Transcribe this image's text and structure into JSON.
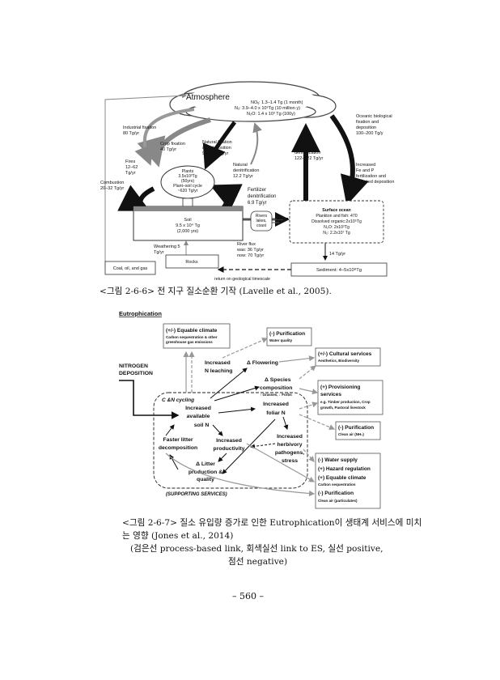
{
  "fig1": {
    "atmosphere": "Atmosphere",
    "nox": "NOᵧ: 1.3–1.4 Tg (1 month)",
    "n2": "N₂: 3.9–4.0 x 10⁹Tg (10 million y)",
    "n2o": "N₂O: 1.4 x 10³ Tg (100y)",
    "oceanic_fix": [
      "Oceanic biological",
      "fixation and",
      "deposition",
      "100–200 Tg/y"
    ],
    "industrial": [
      "Industrial fixation",
      "80 Tg/yr"
    ],
    "crop": [
      "Crop fixation",
      "40 Tg/yr"
    ],
    "natural_fix": [
      "Natural fixation",
      "and deposition",
      "90–140 Tg/yr"
    ],
    "fires": [
      "Fires",
      "12–62",
      "Tg/yr"
    ],
    "combustion": [
      "Combustion",
      "20–32 Tg/yr"
    ],
    "plants": [
      "Plants",
      "3.5x10³Tg",
      "(50yrs)",
      "Plant–soil cycle",
      "~620 Tg/yr"
    ],
    "natural_denit": [
      "Natural",
      "denitrification",
      "12.2 Tg/yr"
    ],
    "ocean_denit": [
      "Ocean",
      "denitrification",
      "122–222 Tg/yr"
    ],
    "increased_fe": [
      "Increased",
      "Fe and P",
      "fertilization and",
      "elevated deposition"
    ],
    "fert_denit": [
      "Fertilizer",
      "denitrification",
      "6.9 Tg/yr"
    ],
    "soil": [
      "Soil",
      "9.5 x 10⁴ Tg",
      "(2,000 yrs)"
    ],
    "rivers": [
      "Rivers",
      "lakes,",
      "coast"
    ],
    "surface_ocean": [
      "Surface ocean",
      "Plankton and fish: 470",
      "Dissolved organic:2x10⁵Tg",
      "N₂O: 2x10²Tg",
      "N₂: 2.2x10⁷ Tg"
    ],
    "weathering": [
      "Weathering 5",
      "Tg/yr"
    ],
    "river_flux": [
      "River flux",
      "was: 36 Tg/yr",
      "now: 70 Tg/yr"
    ],
    "sink": "14 Tg/yr",
    "coal": "Coal, oil, and gas",
    "rocks": "Rocks",
    "sediment": "Sediment: 4–5x10⁸Tg",
    "return": "return on geological timescale"
  },
  "caption1": "<그림 2-6-6> 전 지구 질소순환 기작 (Lavelle et al., 2005).",
  "fig2": {
    "title": "Eutrophication",
    "equable_climate": [
      "(+/-) Equable climate",
      "Carbon sequestration & other",
      "greenhouse gas emissions"
    ],
    "purification_water": [
      "(-) Purification",
      "Water quality"
    ],
    "increased_n_leaching": [
      "Increased",
      "N leaching"
    ],
    "flowering": "Δ Flowering",
    "cultural": [
      "(+/-) Cultural services",
      "Aesthetics, Biodiversity"
    ],
    "nitrogen_dep": [
      "NITROGEN",
      "DEPOSITION"
    ],
    "species": [
      "Δ Species",
      "composition",
      "↑ Grasses, ↓ Forbs"
    ],
    "provisioning": [
      "(+) Provisioning",
      "services",
      "e.g. Timber production, Crop",
      "growth, Pastoral livestock"
    ],
    "cn_cycling": "C &N cycling",
    "avail_soil_n": [
      "Increased",
      "available",
      "soil N"
    ],
    "foliar_n": [
      "Increased",
      "foliar N"
    ],
    "purification_air": [
      "(-) Purification",
      "Clean air (NH₃)"
    ],
    "faster_litter": [
      "Faster litter",
      "decomposition"
    ],
    "increased_prod": [
      "Increased",
      "productivity"
    ],
    "herbivory": [
      "Increased",
      "herbivory",
      "pathogens,",
      "stress"
    ],
    "water_supply": [
      "(-) Water supply",
      "(+) Hazard regulation",
      "(+) Equable climate",
      "Carbon sequestration",
      "(-) Purification",
      "Clean air (particulates)"
    ],
    "litter_quality": [
      "Δ Litter",
      "production &",
      "quality"
    ],
    "supporting": "(SUPPORTING SERVICES)"
  },
  "caption2": {
    "line1": "<그림 2-6-7> 질소 유입량 증가로 인한 Eutrophication이 생태계 서비스에 미치",
    "line2": "는 영향 (Jones et al., 2014)",
    "line3": "(검은선 process-based link, 회색실선 link to ES, 실선 positive,",
    "line4": "점선 negative)"
  },
  "page_number": "– 560 –"
}
